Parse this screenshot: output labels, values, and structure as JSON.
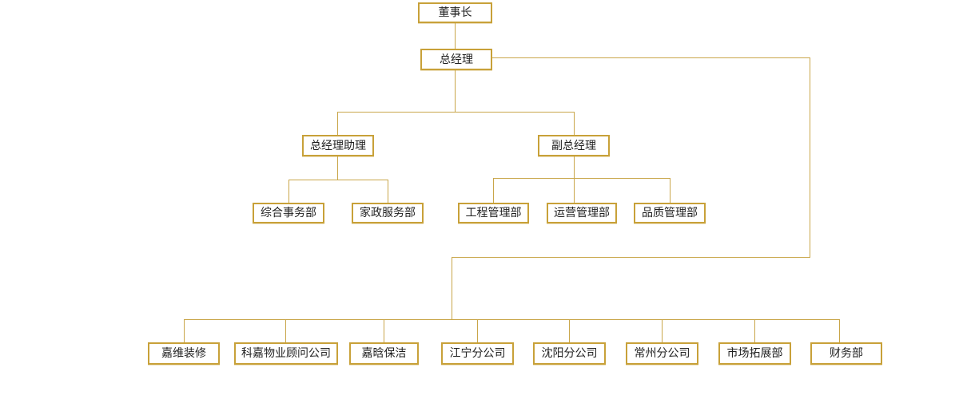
{
  "diagram": {
    "type": "org-chart",
    "colors": {
      "background": "#ffffff",
      "box_border": "#c8a139",
      "line": "#c9a64a",
      "text": "#1f1f1f"
    },
    "nodes": {
      "chairman": {
        "label": "董事长"
      },
      "general_manager": {
        "label": "总经理"
      },
      "gm_assistant": {
        "label": "总经理助理"
      },
      "deputy_gm": {
        "label": "副总经理"
      },
      "general_affairs_dept": {
        "label": "综合事务部"
      },
      "housekeeping_dept": {
        "label": "家政服务部"
      },
      "engineering_dept": {
        "label": "工程管理部"
      },
      "operations_dept": {
        "label": "运营管理部"
      },
      "quality_dept": {
        "label": "品质管理部"
      },
      "jiawei_decoration": {
        "label": "嘉维装修"
      },
      "kejia_property_consulting": {
        "label": "科嘉物业顾问公司"
      },
      "jiaha_cleaning": {
        "label": "嘉晗保洁"
      },
      "jiangning_branch": {
        "label": "江宁分公司"
      },
      "shenyang_branch": {
        "label": "沈阳分公司"
      },
      "changzhou_branch": {
        "label": "常州分公司"
      },
      "market_expansion_dept": {
        "label": "市场拓展部"
      },
      "finance_dept": {
        "label": "财务部"
      }
    }
  }
}
